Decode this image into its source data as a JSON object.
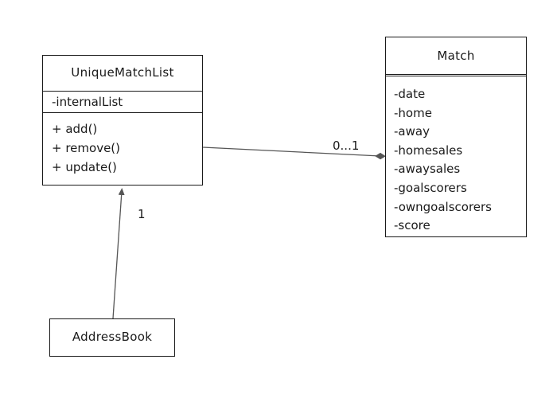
{
  "classes": {
    "unique_match_list": {
      "name": "UniqueMatchList",
      "attributes": [
        "-internalList"
      ],
      "methods": [
        "+ add()",
        "+ remove()",
        "+ update()"
      ]
    },
    "match": {
      "name": "Match",
      "attributes": [
        "-date",
        "-home",
        "-away",
        "-homesales",
        "-awaysales",
        "-goalscorers",
        "-owngoalscorers",
        "-score"
      ]
    },
    "address_book": {
      "name": "AddressBook"
    }
  },
  "associations": {
    "unique_to_match": {
      "multiplicity": "0...1",
      "end": "diamond"
    },
    "address_to_unique": {
      "multiplicity": "1",
      "end": "arrow"
    }
  },
  "colors": {
    "line": "#555555",
    "border": "#1a1a1a"
  }
}
